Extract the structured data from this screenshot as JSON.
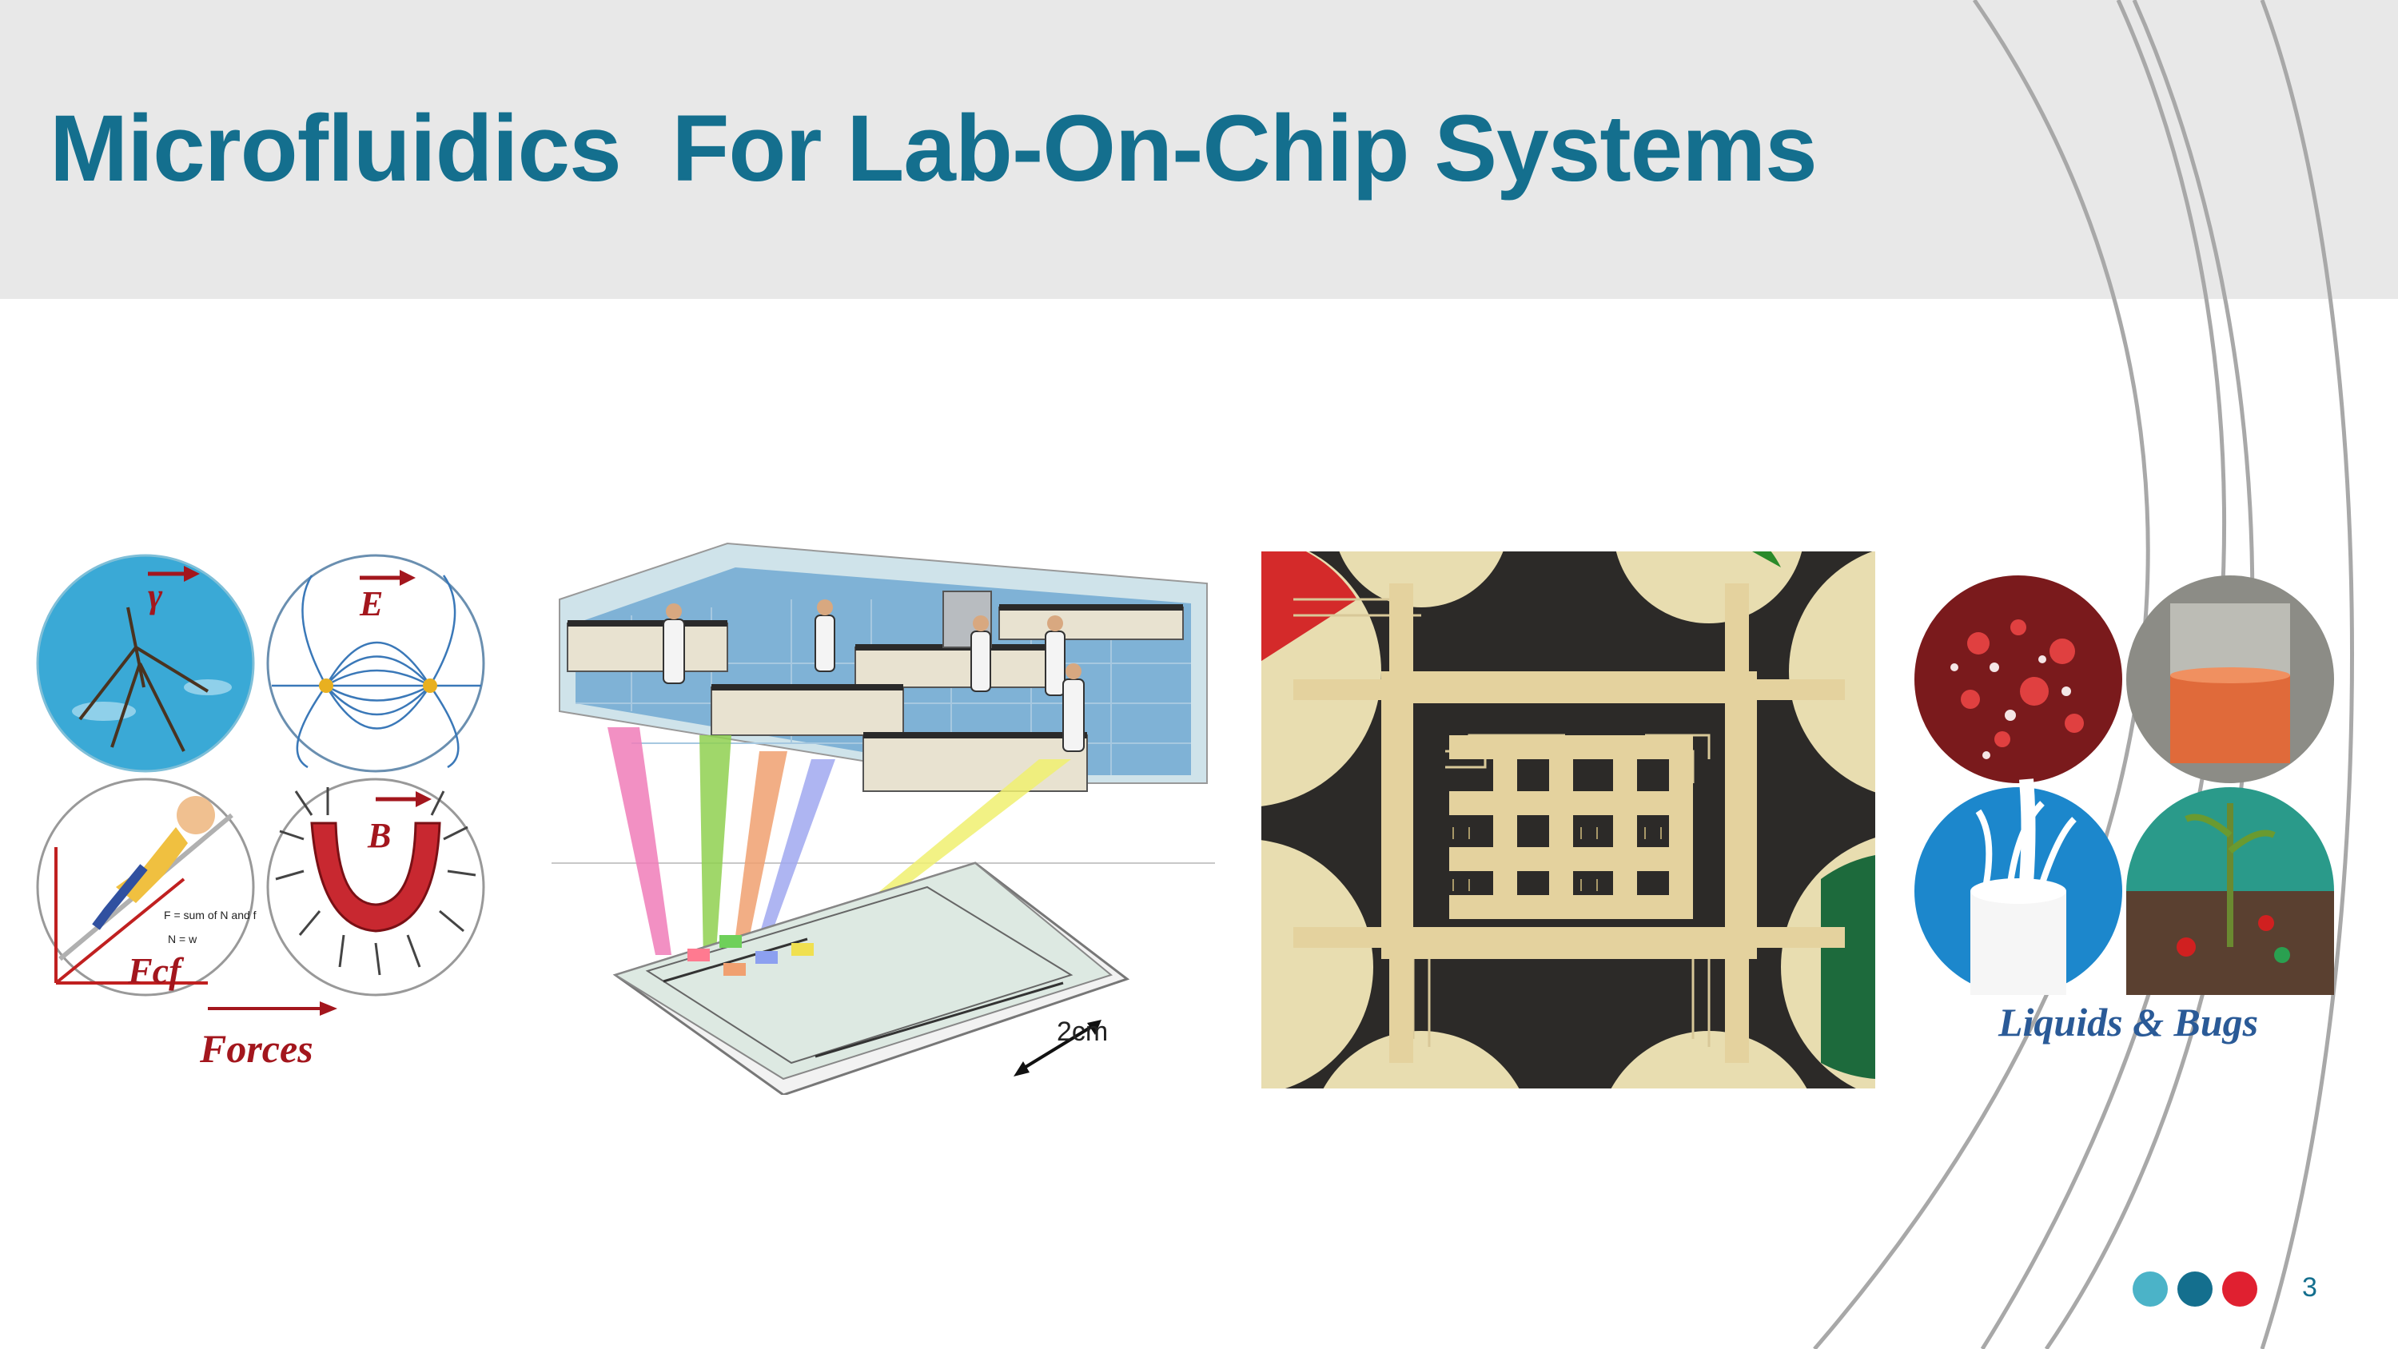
{
  "slide": {
    "title": "Microfluidics  For Lab-On-Chip Systems",
    "page_number": "3"
  },
  "figures": {
    "forces": {
      "label": "Forces",
      "symbols": [
        "γ",
        "E",
        "B",
        "Fcf"
      ],
      "annotation": "F = sum of N and f",
      "annotation_2": "N = w"
    },
    "lab": {
      "scale_label": "2cm"
    },
    "liquids": {
      "label": "Liquids & Bugs"
    }
  },
  "colors": {
    "title": "#146f8e",
    "band": "#e8e8e8",
    "dot_1": "#4bb3c8",
    "dot_2": "#146f8e",
    "dot_3": "#e02030",
    "forces_label": "#a3161d",
    "liquids_label": "#2a5a97"
  }
}
